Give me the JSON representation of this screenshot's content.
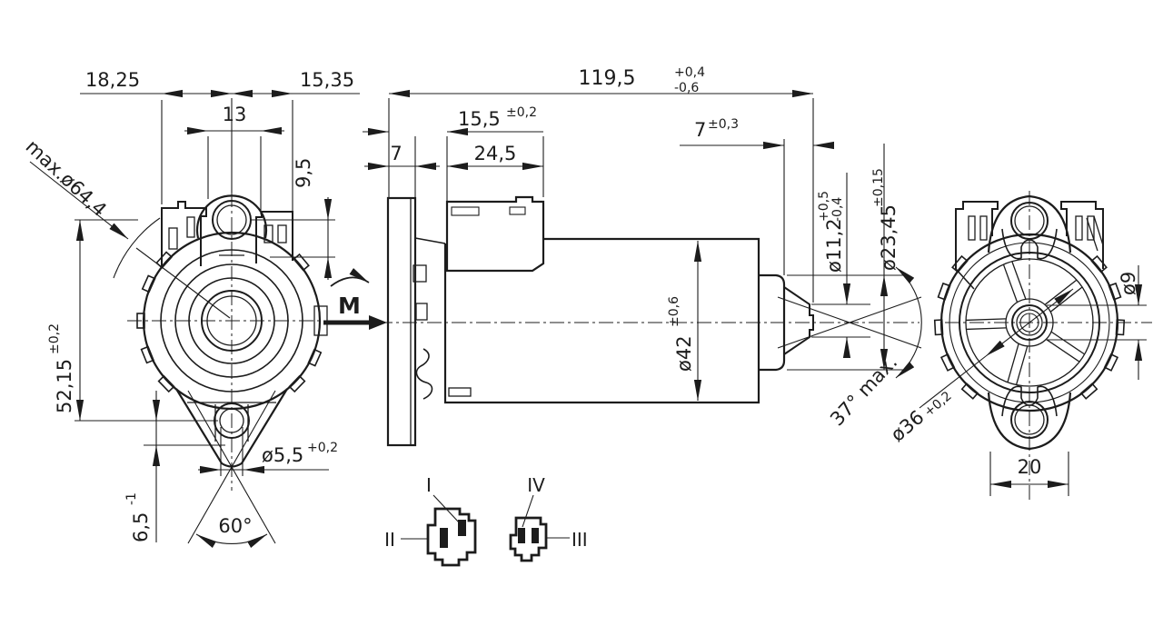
{
  "meta": {
    "type": "technical-dimension-drawing",
    "subject": "electric gear motor, three orthographic views with connector pin detail",
    "line_color": "#1c1c1c",
    "background": "#ffffff"
  },
  "front": {
    "d_18_25": "18,25",
    "d_15_35": "15,35",
    "d_13": "13",
    "d_9_5": "9,5",
    "max_dia": "max.ø64,4",
    "d_52_15": "52,15",
    "d_52_15_tol": "±0,2",
    "d_6_5": "6,5",
    "d_6_5_tol": "-1",
    "d_5_5": "ø5,5",
    "d_5_5_tol": "+0,2",
    "angle_60": "60°"
  },
  "side": {
    "d_total": "119,5",
    "d_total_tp": "+0,4",
    "d_total_tm": "-0,6",
    "d_15_5": "15,5",
    "d_15_5_tol": "±0,2",
    "d_7": "7",
    "d_24_5": "24,5",
    "d_7b": "7",
    "d_7b_tol": "±0,3",
    "d_11_2": "ø11,2",
    "d_11_2_tp": "+0,5",
    "d_11_2_tm": "-0,4",
    "d_23_45": "ø23,45",
    "d_23_45_tol": "±0,15",
    "d_42": "ø42",
    "d_42_tol": "±0,6",
    "torque": "M"
  },
  "rear": {
    "angle_37": "37° max.",
    "d_36": "ø36",
    "d_36_tol": "+0,2",
    "d_9": "ø9",
    "d_20": "20"
  },
  "connector": {
    "pin_1": "I",
    "pin_2": "II",
    "pin_3": "III",
    "pin_4": "IV"
  }
}
